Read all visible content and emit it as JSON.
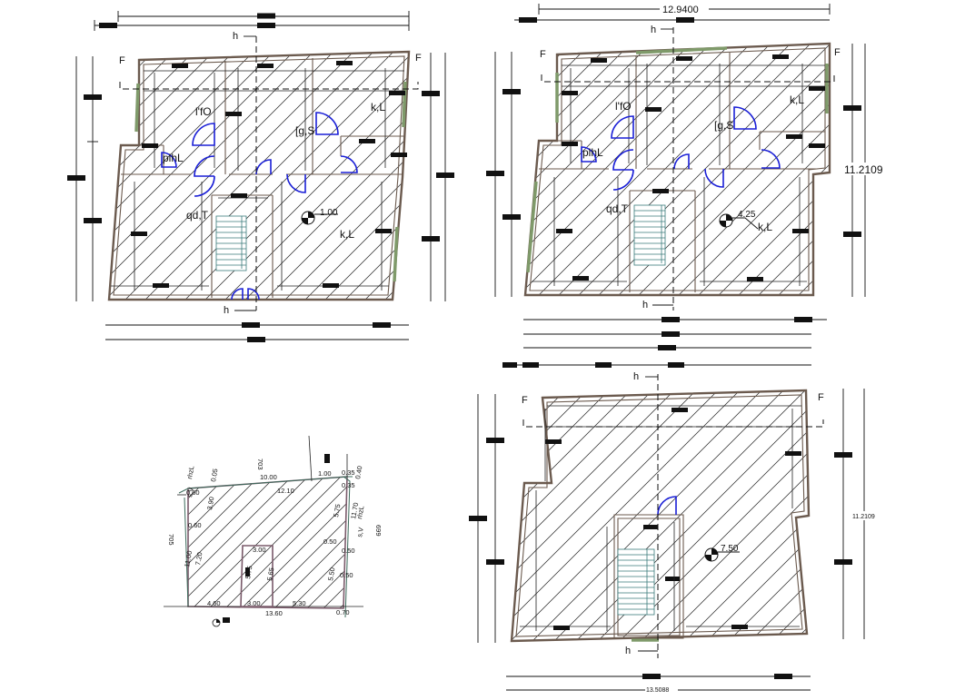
{
  "plan_top_left": {
    "rooms": {
      "room_1": "l'fO",
      "room_2": "[g,S",
      "room_3": "k,L",
      "room_4": "plhL",
      "room_5": "qd,T",
      "room_6": "k,L"
    },
    "level": "1.00",
    "section_labels": {
      "f": "F",
      "h": "h"
    }
  },
  "plan_top_right": {
    "width_dimension": "12.9400",
    "depth_dimension": "11.2109",
    "rooms": {
      "room_1": "l'fO",
      "room_2": "[g,S",
      "room_3": "k,L",
      "room_4": "plhL",
      "room_5": "qd,T",
      "room_6": "k,L"
    },
    "level": "4.25",
    "section_labels": {
      "f": "F",
      "h": "h"
    }
  },
  "plan_bottom_right": {
    "depth_dimension": "11.2109",
    "width_dimension": "13.5088",
    "level": "7.50",
    "section_labels": {
      "f": "F",
      "h": "h"
    }
  },
  "site_plan": {
    "road_left": "rhzL",
    "road_left_width": "s,V",
    "road_right": "rhzL",
    "road_right_width": "s,V",
    "plot_north": "703",
    "plot_west": "705",
    "plot_east": "699",
    "dims": {
      "top_outer": "10.00",
      "top_inner": "12.10",
      "top_small_a": "1.00",
      "top_small_b": "0.40",
      "top_small_c": "0.35",
      "top_right_c": "0.35",
      "left_a": "0.60",
      "left_b": "0.05",
      "left_c": "3.90",
      "left_d": "0.60",
      "left_outer": "11.00",
      "left_inner": "7.20",
      "right_a": "5.75",
      "right_outer": "11.70",
      "right_b": "0.50",
      "right_c": "0.50",
      "right_inner": "5.50",
      "right_d": "0.50",
      "inner_top": "3.00",
      "inner_left": "5.75",
      "inner_right": "5.65",
      "bottom_a": "4.60",
      "bottom_b": "3.00",
      "bottom_c": "5.30",
      "bottom_outer": "13.60",
      "bottom_right": "0.70"
    }
  },
  "colors": {
    "wall": "#6b5a4e",
    "door": "#1a1fd6",
    "green_glazing": "#7f9a6a",
    "stair": "#3a7a7a"
  }
}
